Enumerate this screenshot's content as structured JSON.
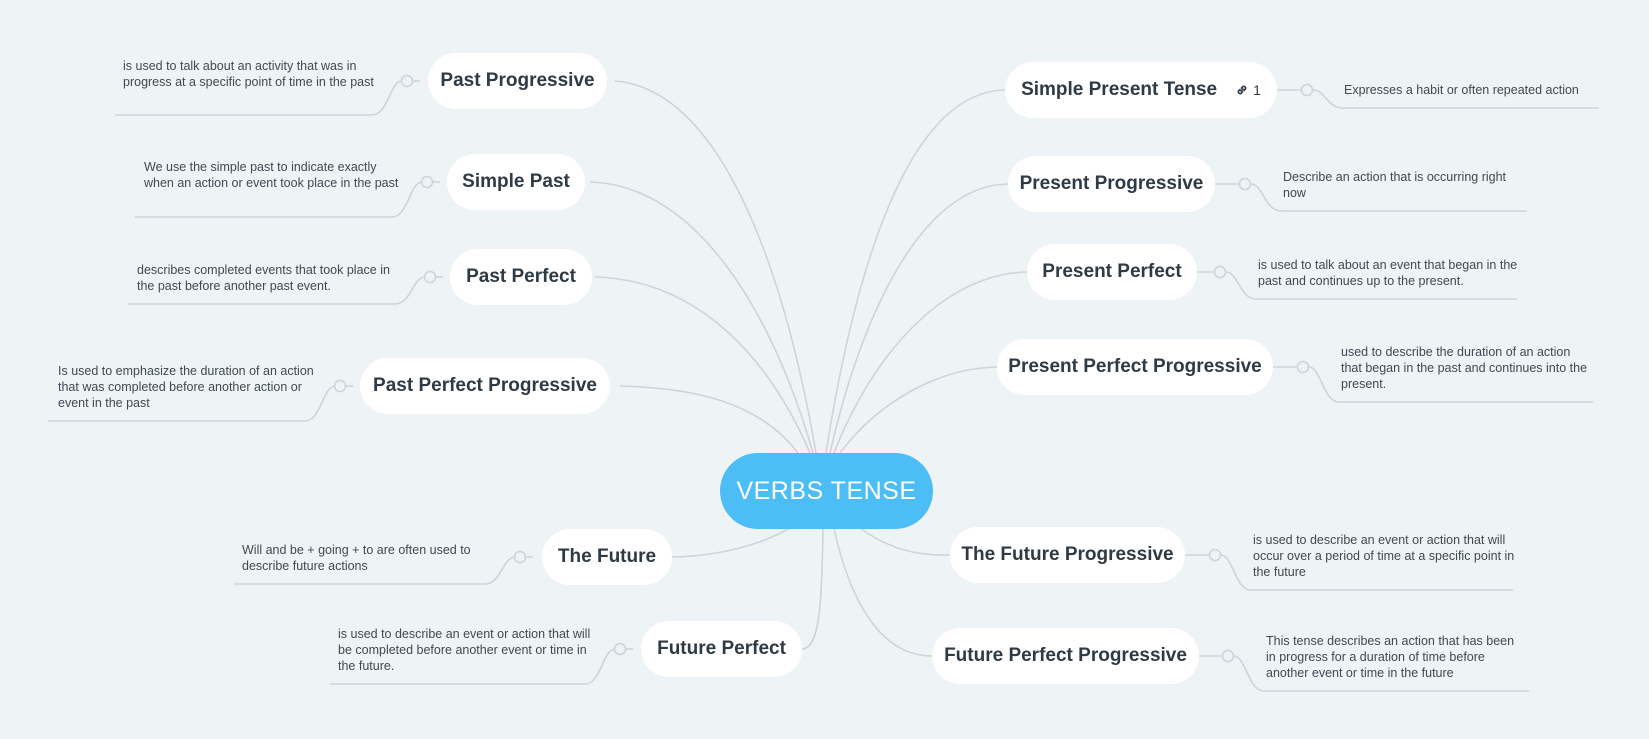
{
  "center": {
    "label": "VERBS TENSE"
  },
  "topics": {
    "past_progressive": {
      "label": "Past Progressive",
      "note": "is used to talk about an activity that was in progress at a specific point of time in the past"
    },
    "simple_past": {
      "label": "Simple Past",
      "note": "We use the simple past to indicate exactly when an action or event took place in the past"
    },
    "past_perfect": {
      "label": "Past Perfect",
      "note": "describes completed events that took place in the past before another past event."
    },
    "past_perfect_progressive": {
      "label": "Past Perfect Progressive",
      "note": "Is used to emphasize the duration of an action that was completed before another action or event in the past"
    },
    "the_future": {
      "label": "The Future",
      "note": "Will and be + going + to are often used to describe future actions"
    },
    "future_perfect": {
      "label": "Future Perfect",
      "note": "is used to describe an event or action that will be completed before another event or time in the future."
    },
    "simple_present": {
      "label": "Simple Present Tense",
      "link_count": "1",
      "note": "Expresses a habit or often repeated action"
    },
    "present_progressive": {
      "label": "Present Progressive",
      "note": "Describe an action that is occurring right now"
    },
    "present_perfect": {
      "label": "Present Perfect",
      "note": "is used to talk about an event that began in the past and continues up to the present."
    },
    "present_perfect_progressive": {
      "label": "Present Perfect Progressive",
      "note": "used to describe the duration of an action that began in the past and continues into the present."
    },
    "future_progressive": {
      "label": "The Future Progressive",
      "note": "is used to describe an event or action that will occur over a period of time at a specific point in the future"
    },
    "future_perfect_progressive": {
      "label": "Future Perfect Progressive",
      "note": "This tense describes an action that has been in progress for a duration of time before another event or time in the future"
    }
  },
  "colors": {
    "background": "#eef3f6",
    "center_fill": "#4cbdf5",
    "topic_fill": "#ffffff",
    "connector": "#cdd4da"
  }
}
